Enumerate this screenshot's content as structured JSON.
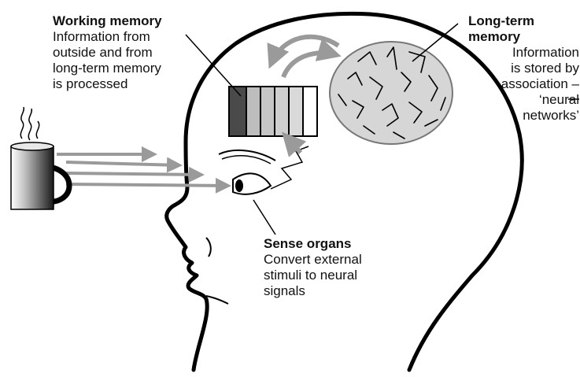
{
  "labels": {
    "working_memory": {
      "title": "Working memory",
      "body": "Information from\noutside and from\nlong-term memory\nis processed"
    },
    "long_term_memory": {
      "title": "Long-term\nmemory",
      "body": "Information\nis stored by\nassociation –\n‘neural\nnetworks’"
    },
    "sense_organs": {
      "title": "Sense organs",
      "body": "Convert external\nstimuli to neural\nsignals"
    }
  },
  "colors": {
    "outline": "#000000",
    "arrow_gray": "#9a9a9a",
    "brain_fill": "#d6d6d6",
    "buffer_dark": "#4a4a4a",
    "buffer_mid": "#bdbdbd",
    "buffer_light": "#d9d9d9"
  },
  "icons": [
    "coffee-mug-icon",
    "steam-icon",
    "eye-icon",
    "head-silhouette-icon"
  ]
}
